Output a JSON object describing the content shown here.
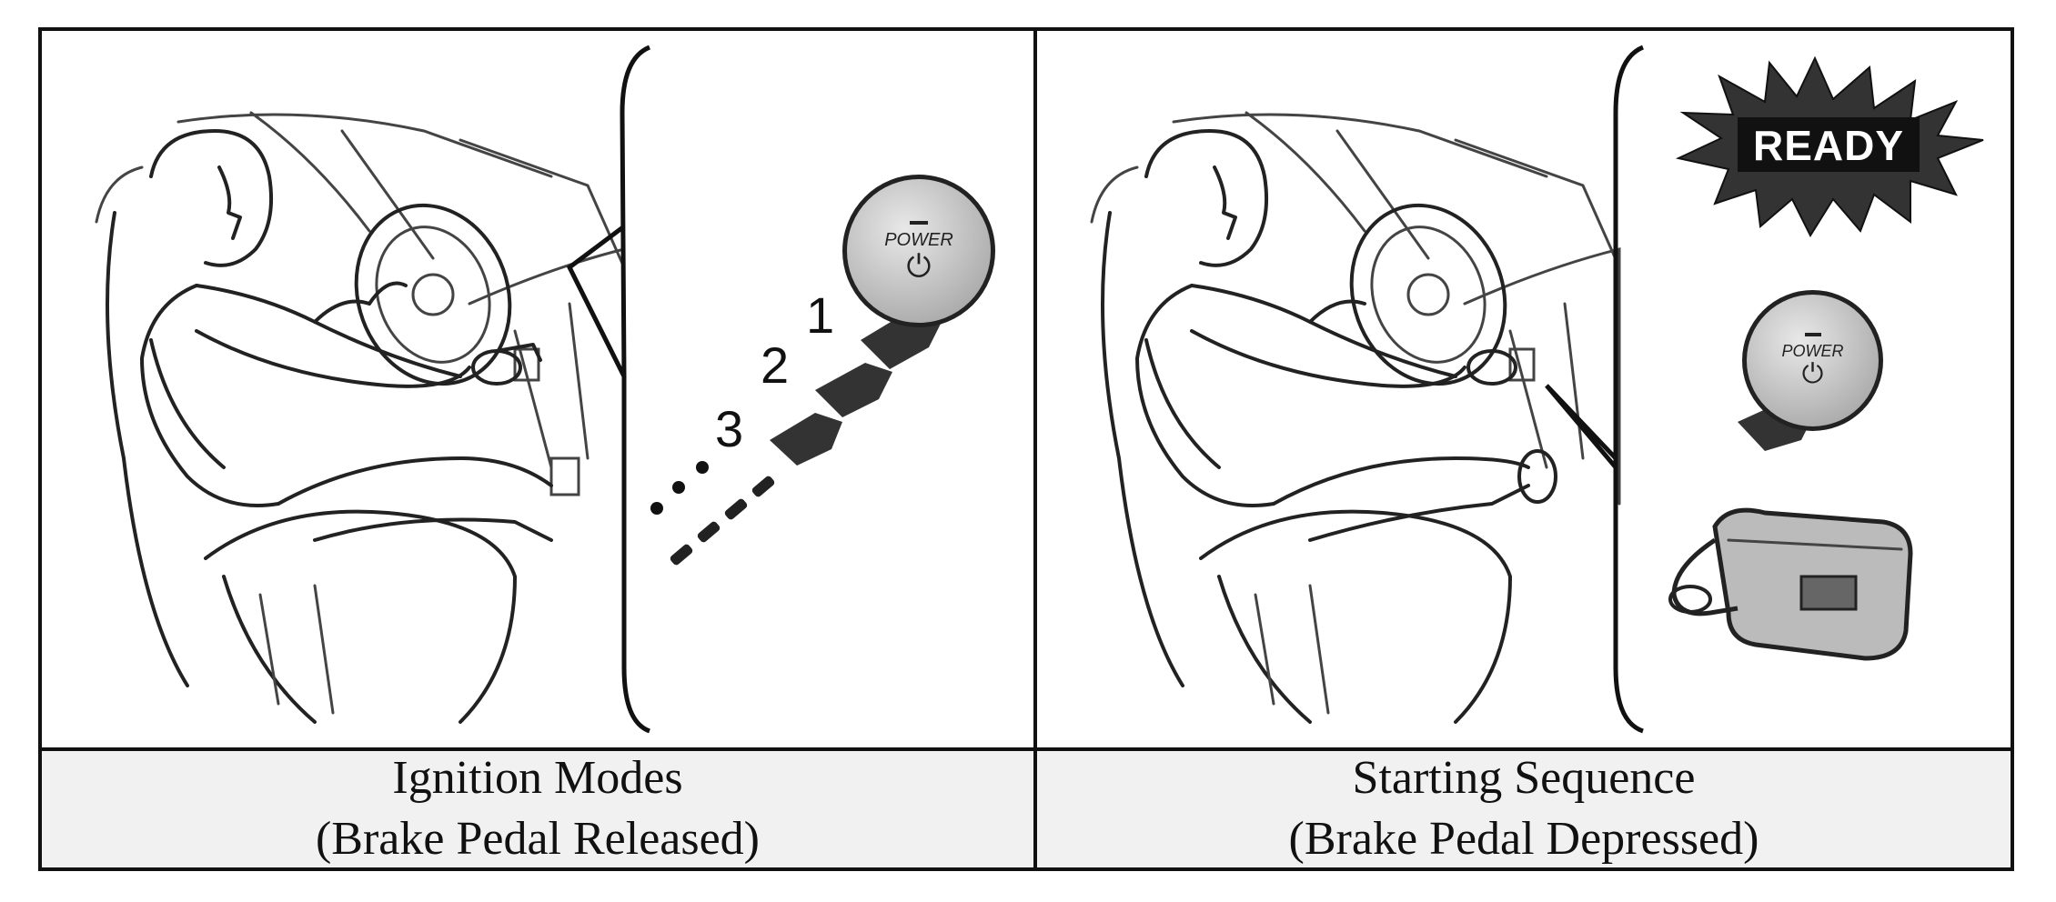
{
  "panels": [
    {
      "caption_line1": "Ignition Modes",
      "caption_line2": "(Brake Pedal Released)",
      "button_label": "POWER",
      "steps": [
        "1",
        "2",
        "3"
      ]
    },
    {
      "caption_line1": "Starting Sequence",
      "caption_line2": "(Brake Pedal Depressed)",
      "badge_label": "READY",
      "button_label": "POWER"
    }
  ]
}
